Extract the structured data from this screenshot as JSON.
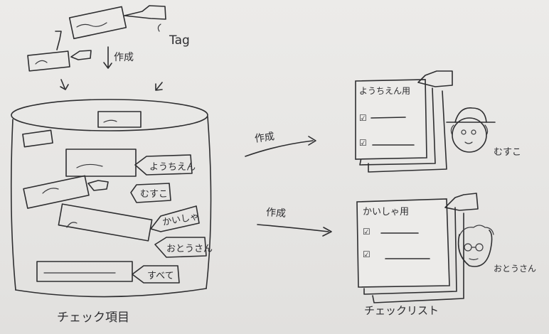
{
  "tag_label": "Tag",
  "create_labels": [
    "作成",
    "作成",
    "作成"
  ],
  "tags": [
    "ようちえん",
    "むすこ",
    "かいしゃ",
    "おとうさん",
    "すべて"
  ],
  "container_label": "チェック項目",
  "list_title_1": "ようちえん用",
  "list_title_2": "かいしゃ用",
  "list_label": "チェックリスト",
  "person_1": "むすこ",
  "person_2": "おとうさん",
  "checkbox_mark": "☑"
}
